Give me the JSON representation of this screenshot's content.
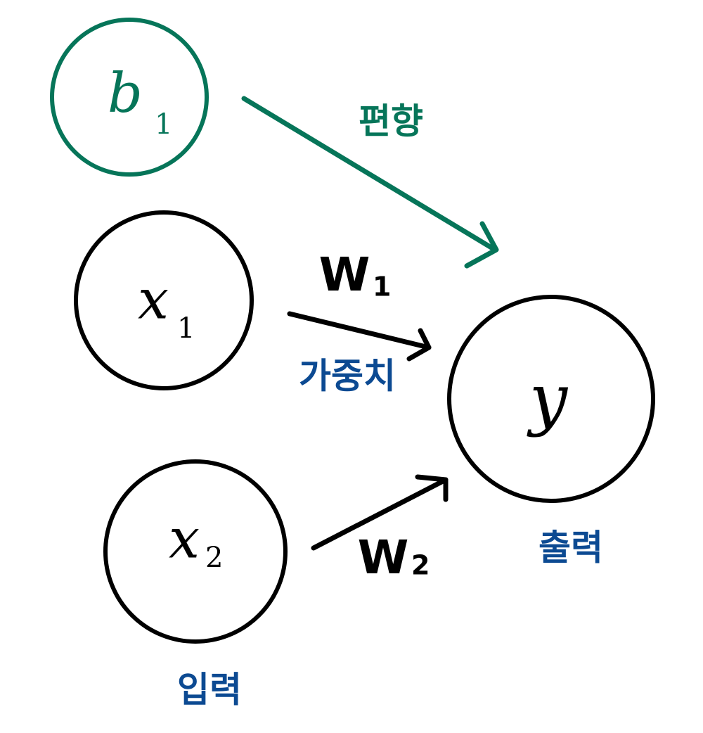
{
  "nodes": {
    "bias": {
      "symbol": "b",
      "subscript": "1"
    },
    "input1": {
      "symbol": "x",
      "subscript": "1"
    },
    "input2": {
      "symbol": "x",
      "subscript": "2"
    },
    "output": {
      "symbol": "y"
    }
  },
  "edges": {
    "weight1": {
      "symbol": "W",
      "subscript": "1"
    },
    "weight2": {
      "symbol": "W",
      "subscript": "2"
    }
  },
  "annotations": {
    "bias": "편향",
    "weight": "가중치",
    "output": "출력",
    "input": "입력"
  },
  "colors": {
    "ink": "#000000",
    "bias_green": "#067559",
    "label_blue": "#0c4a92",
    "background": "#ffffff"
  }
}
